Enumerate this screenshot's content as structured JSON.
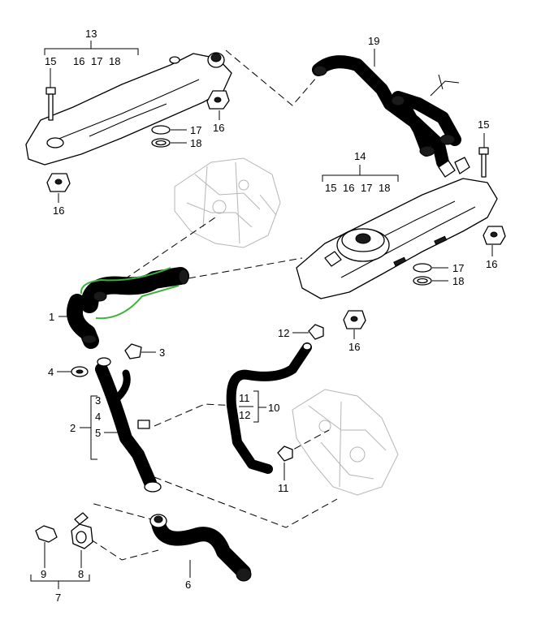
{
  "diagram": {
    "callouts": {
      "c1": "1",
      "c2": "2",
      "c3a": "3",
      "c3b": "3",
      "c4a": "4",
      "c4b": "4",
      "c5": "5",
      "c6": "6",
      "c7": "7",
      "c8": "8",
      "c9": "9",
      "c10": "10",
      "c11a": "11",
      "c11b": "11",
      "c12a": "12",
      "c12b": "12",
      "c13": "13",
      "c14": "14",
      "c15a": "15",
      "c15b": "15",
      "c15c": "15",
      "c16a": "16",
      "c16b": "16",
      "c16c": "16",
      "c16d": "16",
      "c16e": "16",
      "c16f": "16",
      "c17a": "17",
      "c17b": "17",
      "c17c": "17",
      "c17d": "17",
      "c18a": "18",
      "c18b": "18",
      "c18c": "18",
      "c18d": "18",
      "c19": "19"
    },
    "highlight_color": "#3cb33c"
  }
}
